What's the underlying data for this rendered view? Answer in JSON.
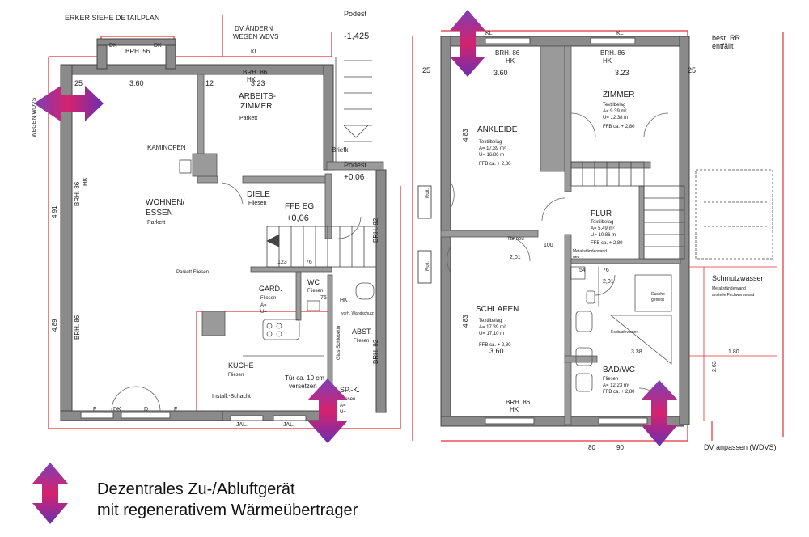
{
  "top_notes": {
    "erker": "ERKER SIEHE DETAILPLAN",
    "dv_aendern": "DV ÄNDERN",
    "wegen_wdvs": "WEGEN WDVS",
    "podest_top": "Podest",
    "podest_top_value": "-1,425",
    "best_rr": "best. RR",
    "entfaellt": "entfällt",
    "wegen_wdvs_side": "WEGEN WDVS",
    "dv_anpassen": "DV anpassen (WDVS)"
  },
  "ground_floor": {
    "arbeitszimmer": {
      "name": "ARBEITS-",
      "name2": "ZIMMER",
      "floor": "Parkett"
    },
    "kaminofen": "KAMINOFEN",
    "wohnen": {
      "name": "WOHNEN/",
      "name2": "ESSEN",
      "floor": "Parkett"
    },
    "diele": {
      "name": "DIELE",
      "floor": "Fliesen"
    },
    "ffb_eg": "FFB EG",
    "ffb_eg_value": "+0,06",
    "podest": "Podest",
    "podest_value": "+0,06",
    "briefk": "Briefk.",
    "parkett_fliesen": "Parkett   Fliesen",
    "gard": {
      "name": "GARD.",
      "floor": "Fliesen",
      "a": "A=",
      "u": "U="
    },
    "wc": {
      "name": "WC",
      "floor": "Fliesen"
    },
    "abst": {
      "name": "ABST.",
      "floor": "Fliesen"
    },
    "glas_schiebetuer": "Glas-Schiebetür",
    "wandschutz": "vorh. Wandschutz",
    "kueche": {
      "name": "KÜCHE",
      "floor": "Fliesen"
    },
    "install": "Install.-Schacht",
    "tuer_versetzen": "Tür ca. 10 cm",
    "tuer_versetzen2": "versetzen",
    "spk": {
      "name": "SP.-K.",
      "floor": "Fliesen",
      "a": "A=",
      "u": "U="
    },
    "dims": {
      "d360": "3.60",
      "d323": "3.23",
      "d25": "25",
      "d12": "12",
      "d491": "4.91",
      "d489": "4.89",
      "d123": "123",
      "d76": "76",
      "d75": "75",
      "d92": "92"
    },
    "brh": {
      "brh56": "BRH. 56",
      "brh86": "BRH. 86",
      "hk": "HK",
      "brh92": "BRH. 92"
    },
    "marks": {
      "dk": "DK",
      "f": "F",
      "d": "D",
      "kl": "KL",
      "jal": "JAL.",
      "hk": "HK"
    }
  },
  "upper_floor": {
    "ankleide": {
      "name": "ANKLEIDE",
      "floor": "Textilbelag",
      "a": "A= 17.39 m²",
      "u": "U= 16.86 m",
      "ffb": "FFB  ca. + 2,80"
    },
    "zimmer": {
      "name": "ZIMMER",
      "floor": "Textilbelag",
      "a": "A= 9.39 m²",
      "u": "U= 12.38 m",
      "ffb": "FFB  ca. + 2,80"
    },
    "flur": {
      "name": "FLUR",
      "floor": "Textilbelag",
      "a": "A= 5.49 m²",
      "u": "U= 10.86 m",
      "ffb": "FFB  ca. + 2,80"
    },
    "schlafen": {
      "name": "SCHLAFEN",
      "floor": "Textilbelag",
      "a": "A= 17.39 m²",
      "u": "U= 17.10 m",
      "ffb": "FFB  ca. + 2,80"
    },
    "bad": {
      "name": "BAD/WC",
      "floor": "Fliesen",
      "a": "A= 12.23 m²",
      "ffb": "FFB  ca. + 2,80"
    },
    "schmutzwasser": "Schmutzwasser",
    "metallstaender": "Metallständerwand",
    "metallstaender2": "anstelle Fachwerkwand",
    "metallstaender_neu": "Metallständerwand",
    "metallstaender_neu2": "neu",
    "dusche": "Dusche",
    "dusche2": "gefliest",
    "eckbadewanne": "Eckbadewanne",
    "tuer_neu": "Tür neu",
    "dims": {
      "d360": "3.60",
      "d323": "3.23",
      "d25": "25",
      "d483": "4.83",
      "d201": "2,01",
      "d76": "76",
      "d54": "54",
      "d100": "100",
      "d338": "3.38",
      "d263": "2.63",
      "d180": "1.80",
      "d80": "80",
      "d90": "90"
    },
    "brh": {
      "brh86": "BRH. 86",
      "hk": "HK"
    },
    "marks": {
      "kl": "KL",
      "roll": "Roll."
    }
  },
  "legend": {
    "line1": "Dezentrales Zu-/Abluftgerät",
    "line2": "mit regenerativem Wärmeübertrager"
  },
  "colors": {
    "wall": "#8a8a8a",
    "wall_outline": "#444444",
    "red_line": "#e0303a",
    "arrow_top": "#7b3fb5",
    "arrow_mid": "#d6226e",
    "arrow_bottom": "#6a2fb0"
  }
}
